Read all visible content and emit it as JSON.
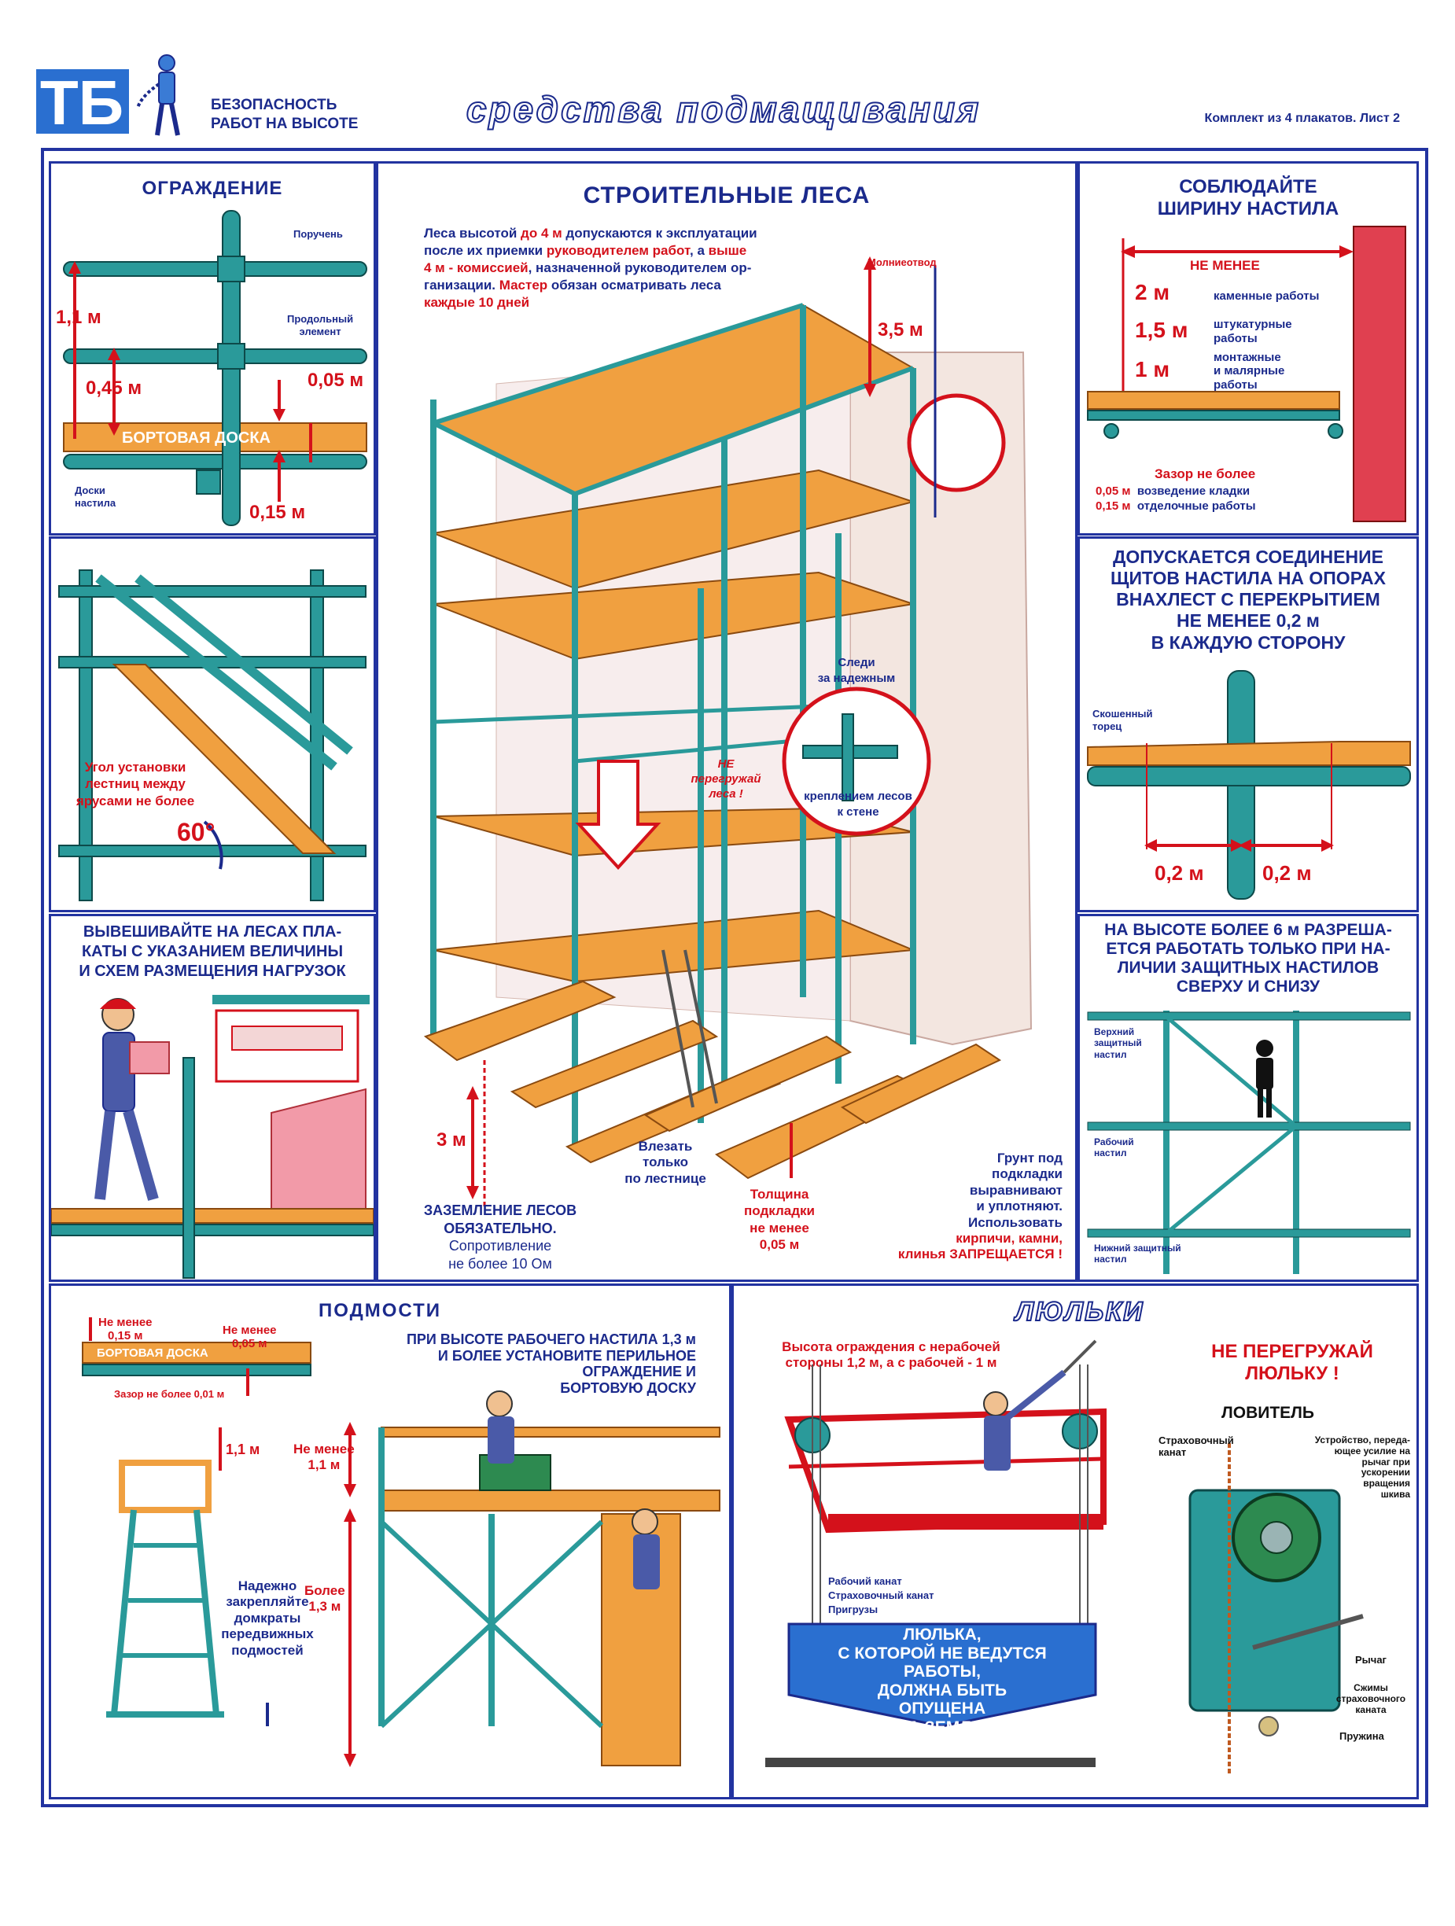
{
  "header": {
    "logo": "ТБ",
    "series_line1": "БЕЗОПАСНОСТЬ",
    "series_line2": "РАБОТ НА ВЫСОТЕ",
    "title": "средства подмащивания",
    "kit": "Комплект из 4 плакатов. Лист 2"
  },
  "fence": {
    "title": "ОГРАЖДЕНИЕ",
    "handrail": "Поручень",
    "longitudinal_1": "Продольный",
    "longitudinal_2": "элемент",
    "h_11": "1,1 м",
    "h_045": "0,45 м",
    "h_005": "0,05 м",
    "h_015": "0,15 м",
    "board": "БОРТОВАЯ   ДОСКА",
    "deck_1": "Доски",
    "deck_2": "настила"
  },
  "ladder": {
    "text_1": "Угол установки",
    "text_2": "лестниц между",
    "text_3": "ярусами не более",
    "angle": "60°"
  },
  "posters": {
    "text_1": "ВЫВЕШИВАЙТЕ НА ЛЕСАХ ПЛА-",
    "text_2": "КАТЫ С УКАЗАНИЕМ ВЕЛИЧИНЫ",
    "text_3": "И СХЕМ РАЗМЕЩЕНИЯ НАГРУЗОК"
  },
  "scaffold": {
    "title": "СТРОИТЕЛЬНЫЕ  ЛЕСА",
    "intro_1": "Леса высотой ",
    "intro_2": "до 4 м",
    "intro_3": " допускаются к эксплуатации",
    "intro_4": "после их приемки ",
    "intro_5": "руководителем работ",
    "intro_6": ", а ",
    "intro_7": "выше",
    "intro_8": "4 м - комиссией",
    "intro_9": ", назначенной руководителем  ор-",
    "intro_10": "ганизации. ",
    "intro_11": "Мастер",
    "intro_12": " обязан осматривать леса",
    "intro_13": "каждые 10 дней",
    "lightning": "Молниеотвод",
    "h_35": "3,5 м",
    "watch_1": "Следи",
    "watch_2": "за надежным",
    "watch_3": "креплением лесов",
    "watch_4": "к стене",
    "no_overload_1": "НЕ",
    "no_overload_2": "перегружай",
    "no_overload_3": "леса !",
    "h_3": "3 м",
    "ground_1": "ЗАЗЕМЛЕНИЕ ЛЕСОВ",
    "ground_2": "ОБЯЗАТЕЛЬНО.",
    "ground_3": "Сопротивление",
    "ground_4": "не более 10 Ом",
    "climb_1": "Влезать",
    "climb_2": "только",
    "climb_3": "по лестнице",
    "pad_1": "Толщина",
    "pad_2": "подкладки",
    "pad_3": "не менее",
    "pad_4": "0,05 м",
    "soil_1": "Грунт под",
    "soil_2": "подкладки",
    "soil_3": "выравнивают",
    "soil_4": "и  уплотняют.",
    "soil_5": "Использовать",
    "soil_6": "кирпичи, камни,",
    "soil_7": "клинья ",
    "soil_8": "ЗАПРЕЩАЕТСЯ !"
  },
  "width": {
    "title_1": "СОБЛЮДАЙТЕ",
    "title_2": "ШИРИНУ НАСТИЛА",
    "not_less": "НЕ МЕНЕЕ",
    "w2": "2 м",
    "w2_label": "каменные работы",
    "w15": "1,5 м",
    "w15_label_1": "штукатурные",
    "w15_label_2": "работы",
    "w1": "1 м",
    "w1_label_1": "монтажные",
    "w1_label_2": "и малярные",
    "w1_label_3": "работы",
    "gap": "Зазор  не более",
    "gap_005": "0,05 м",
    "gap_005_label": "возведение кладки",
    "gap_015": "0,15 м",
    "gap_015_label": "отделочные работы"
  },
  "overlap": {
    "text_1": "ДОПУСКАЕТСЯ СОЕДИНЕНИЕ",
    "text_2": "ЩИТОВ НАСТИЛА НА ОПОРАХ",
    "text_3": "ВНАХЛЕСТ С ПЕРЕКРЫТИЕМ",
    "text_4": "НЕ МЕНЕЕ 0,2 м",
    "text_5": "В КАЖДУЮ СТОРОНУ",
    "bevel_1": "Скошенный",
    "bevel_2": "торец",
    "d1": "0,2 м",
    "d2": "0,2 м"
  },
  "heights": {
    "text_1": "НА ВЫСОТЕ БОЛЕЕ 6 м РАЗРЕША-",
    "text_2": "ЕТСЯ РАБОТАТЬ ТОЛЬКО ПРИ НА-",
    "text_3": "ЛИЧИИ ЗАЩИТНЫХ НАСТИЛОВ",
    "text_4": "СВЕРХУ И СНИЗУ",
    "top_1": "Верхний",
    "top_2": "защитный",
    "top_3": "настил",
    "work_1": "Рабочий",
    "work_2": "настил",
    "bottom_1": "Нижний защитный",
    "bottom_2": "настил"
  },
  "podmosti": {
    "title": "ПОДМОСТИ",
    "nm_015_1": "Не менее",
    "nm_015_2": "0,15 м",
    "nm_005_1": "Не менее",
    "nm_005_2": "0,05 м",
    "board": "БОРТОВАЯ   ДОСКА",
    "gap": "Зазор не более 0,01 м",
    "h_11": "1,1 м",
    "rule_1": "ПРИ ВЫСОТЕ РАБОЧЕГО НАСТИЛА 1,3 м",
    "rule_2": "И БОЛЕЕ УСТАНОВИТЕ ПЕРИЛЬНОЕ",
    "rule_3": "ОГРАЖДЕНИЕ И",
    "rule_4": "БОРТОВУЮ ДОСКУ",
    "nm11_1": "Не менее",
    "nm11_2": "1,1 м",
    "more13_1": "Более",
    "more13_2": "1,3 м",
    "jack_1": "Надежно",
    "jack_2": "закрепляйте",
    "jack_3": "домкраты",
    "jack_4": "передвижных",
    "jack_5": "подмостей"
  },
  "cradle": {
    "title": "ЛЮЛЬКИ",
    "fence_1": "Высота ограждения с нерабочей",
    "fence_2": "стороны 1,2 м,  а с рабочей - 1 м",
    "rope_work": "Рабочий канат",
    "rope_safety": "Страховочный канат",
    "weights": "Пригрузы",
    "arrow_1": "ЛЮЛЬКА,",
    "arrow_2": "С КОТОРОЙ НЕ ВЕДУТСЯ",
    "arrow_3": "РАБОТЫ,",
    "arrow_4": "ДОЛЖНА БЫТЬ",
    "arrow_5": "ОПУЩЕНА",
    "arrow_6": "НА ЗЕМЛЮ",
    "no_overload_1": "НЕ ПЕРЕГРУЖАЙ",
    "no_overload_2": "ЛЮЛЬКУ !",
    "catcher": "ЛОВИТЕЛЬ",
    "c_rope_1": "Страховочный",
    "c_rope_2": "канат",
    "c_dev_1": "Устройство, переда-",
    "c_dev_2": "ющее усилие на",
    "c_dev_3": "рычаг при",
    "c_dev_4": "ускорении",
    "c_dev_5": "вращения",
    "c_dev_6": "шкива",
    "c_lever": "Рычаг",
    "c_clamp_1": "Сжимы",
    "c_clamp_2": "страховочного",
    "c_clamp_3": "каната",
    "c_spring": "Пружина"
  },
  "colors": {
    "navy": "#1b2a8c",
    "red": "#d4111b",
    "pipe": "#2a9a9a",
    "board": "#f0a040"
  }
}
